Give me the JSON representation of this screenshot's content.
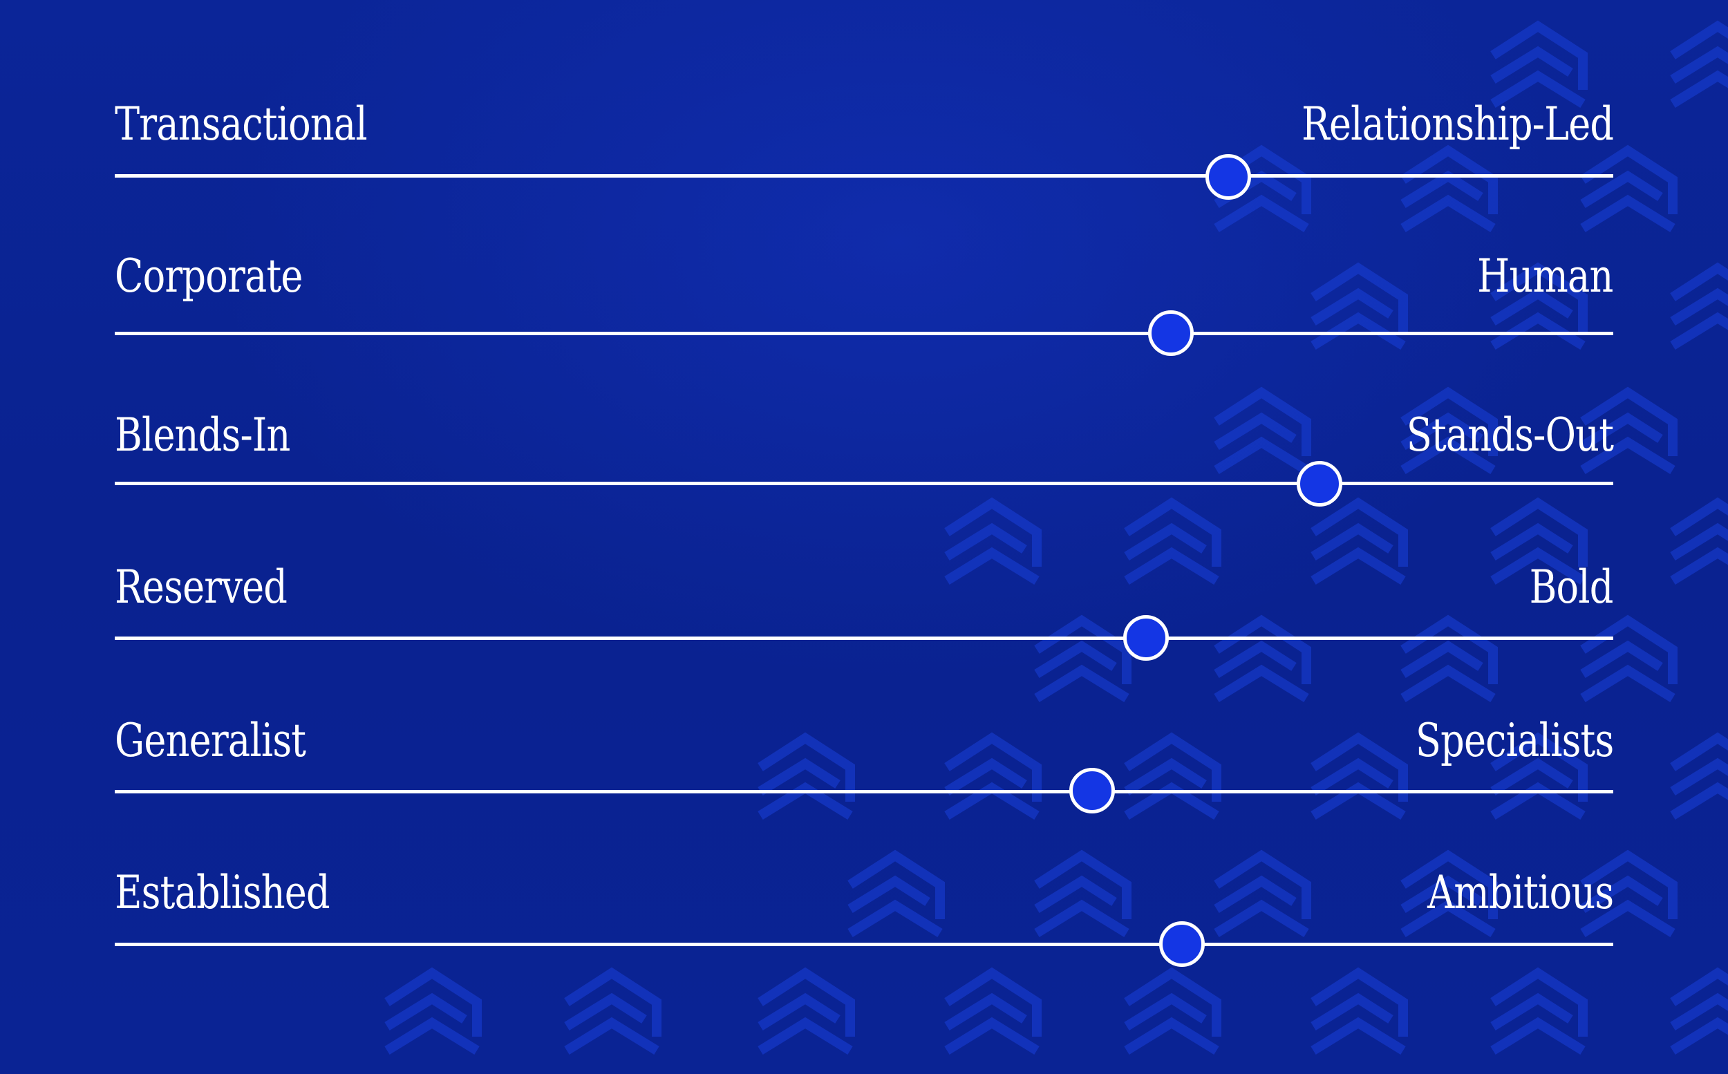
{
  "sliders": [
    {
      "left_label": "Transactional",
      "right_label": "Relationship-Led",
      "value": 0.743
    },
    {
      "left_label": "Corporate",
      "right_label": "Human",
      "value": 0.705
    },
    {
      "left_label": "Blends-In",
      "right_label": "Stands-Out",
      "value": 0.804
    },
    {
      "left_label": "Reserved",
      "right_label": "Bold",
      "value": 0.688
    },
    {
      "left_label": "Generalist",
      "right_label": "Specialists",
      "value": 0.652
    },
    {
      "left_label": "Established",
      "right_label": "Ambitious",
      "value": 0.712
    }
  ],
  "colors": {
    "background": "#0a2396",
    "thumb": "#1436e4",
    "track": "#ffffff",
    "pattern": "#1a3fd8"
  },
  "pattern_icon": "chevron-stack-icon"
}
